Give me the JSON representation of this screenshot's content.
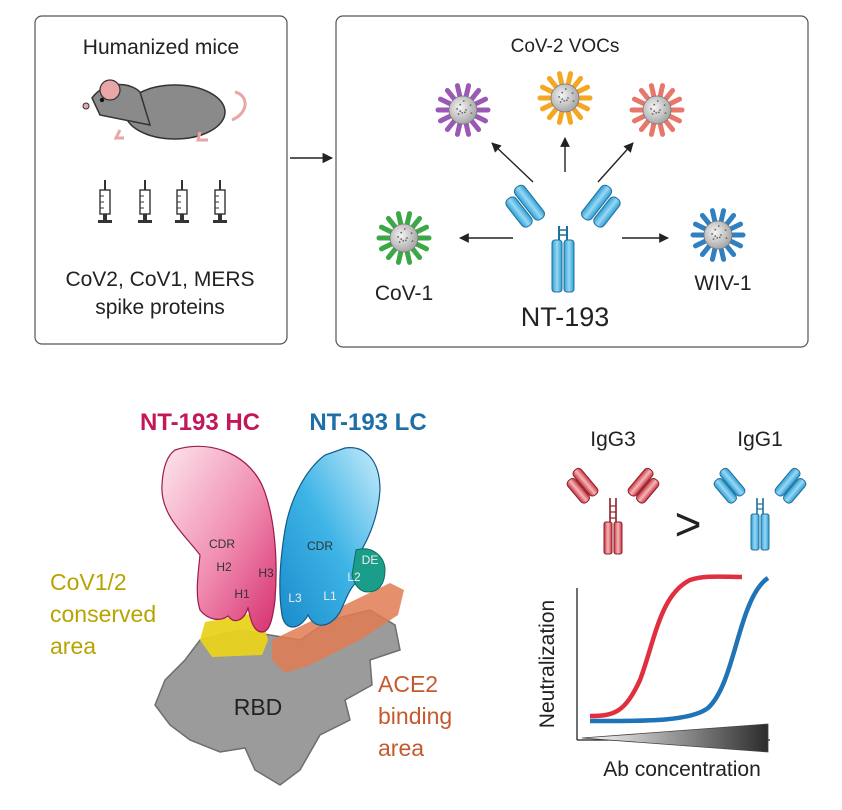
{
  "panel_left": {
    "title": "Humanized mice",
    "caption_line1": "CoV2, CoV1, MERS",
    "caption_line2": "spike proteins"
  },
  "panel_right": {
    "title": "CoV-2 VOCs",
    "left_virus": "CoV-1",
    "right_virus": "WIV-1",
    "antibody": "NT-193"
  },
  "structure": {
    "hc_label": "NT-193 HC",
    "lc_label": "NT-193 LC",
    "hc_cdr": "CDR",
    "h1": "H1",
    "h2": "H2",
    "h3": "H3",
    "lc_cdr": "CDR",
    "l1": "L1",
    "l2": "L2",
    "l3": "L3",
    "de": "DE",
    "rbd": "RBD",
    "conserved_1": "CoV1/2",
    "conserved_2": "conserved",
    "conserved_3": "area",
    "ace2_1": "ACE2",
    "ace2_2": "binding",
    "ace2_3": "area"
  },
  "comparison": {
    "left": "IgG3",
    "right": "IgG1",
    "relation": ">"
  },
  "plot": {
    "ylabel": "Neutralization",
    "xlabel": "Ab concentration"
  },
  "colors": {
    "virus_purple": "#9b59b6",
    "virus_orange": "#f5a623",
    "virus_salmon": "#e8766a",
    "virus_green": "#3aa845",
    "virus_blue": "#2f7fc1",
    "antibody_blue": "#3eb4e6",
    "hc_pink": "#d6306f",
    "lc_blue": "#1e6fa8",
    "conserved_yellow": "#e8d21e",
    "ace2_orange": "#e07b52",
    "rbd_grey": "#9b9b9b",
    "igg3_red": "#e03040",
    "igg1_blue": "#1f73b7"
  }
}
